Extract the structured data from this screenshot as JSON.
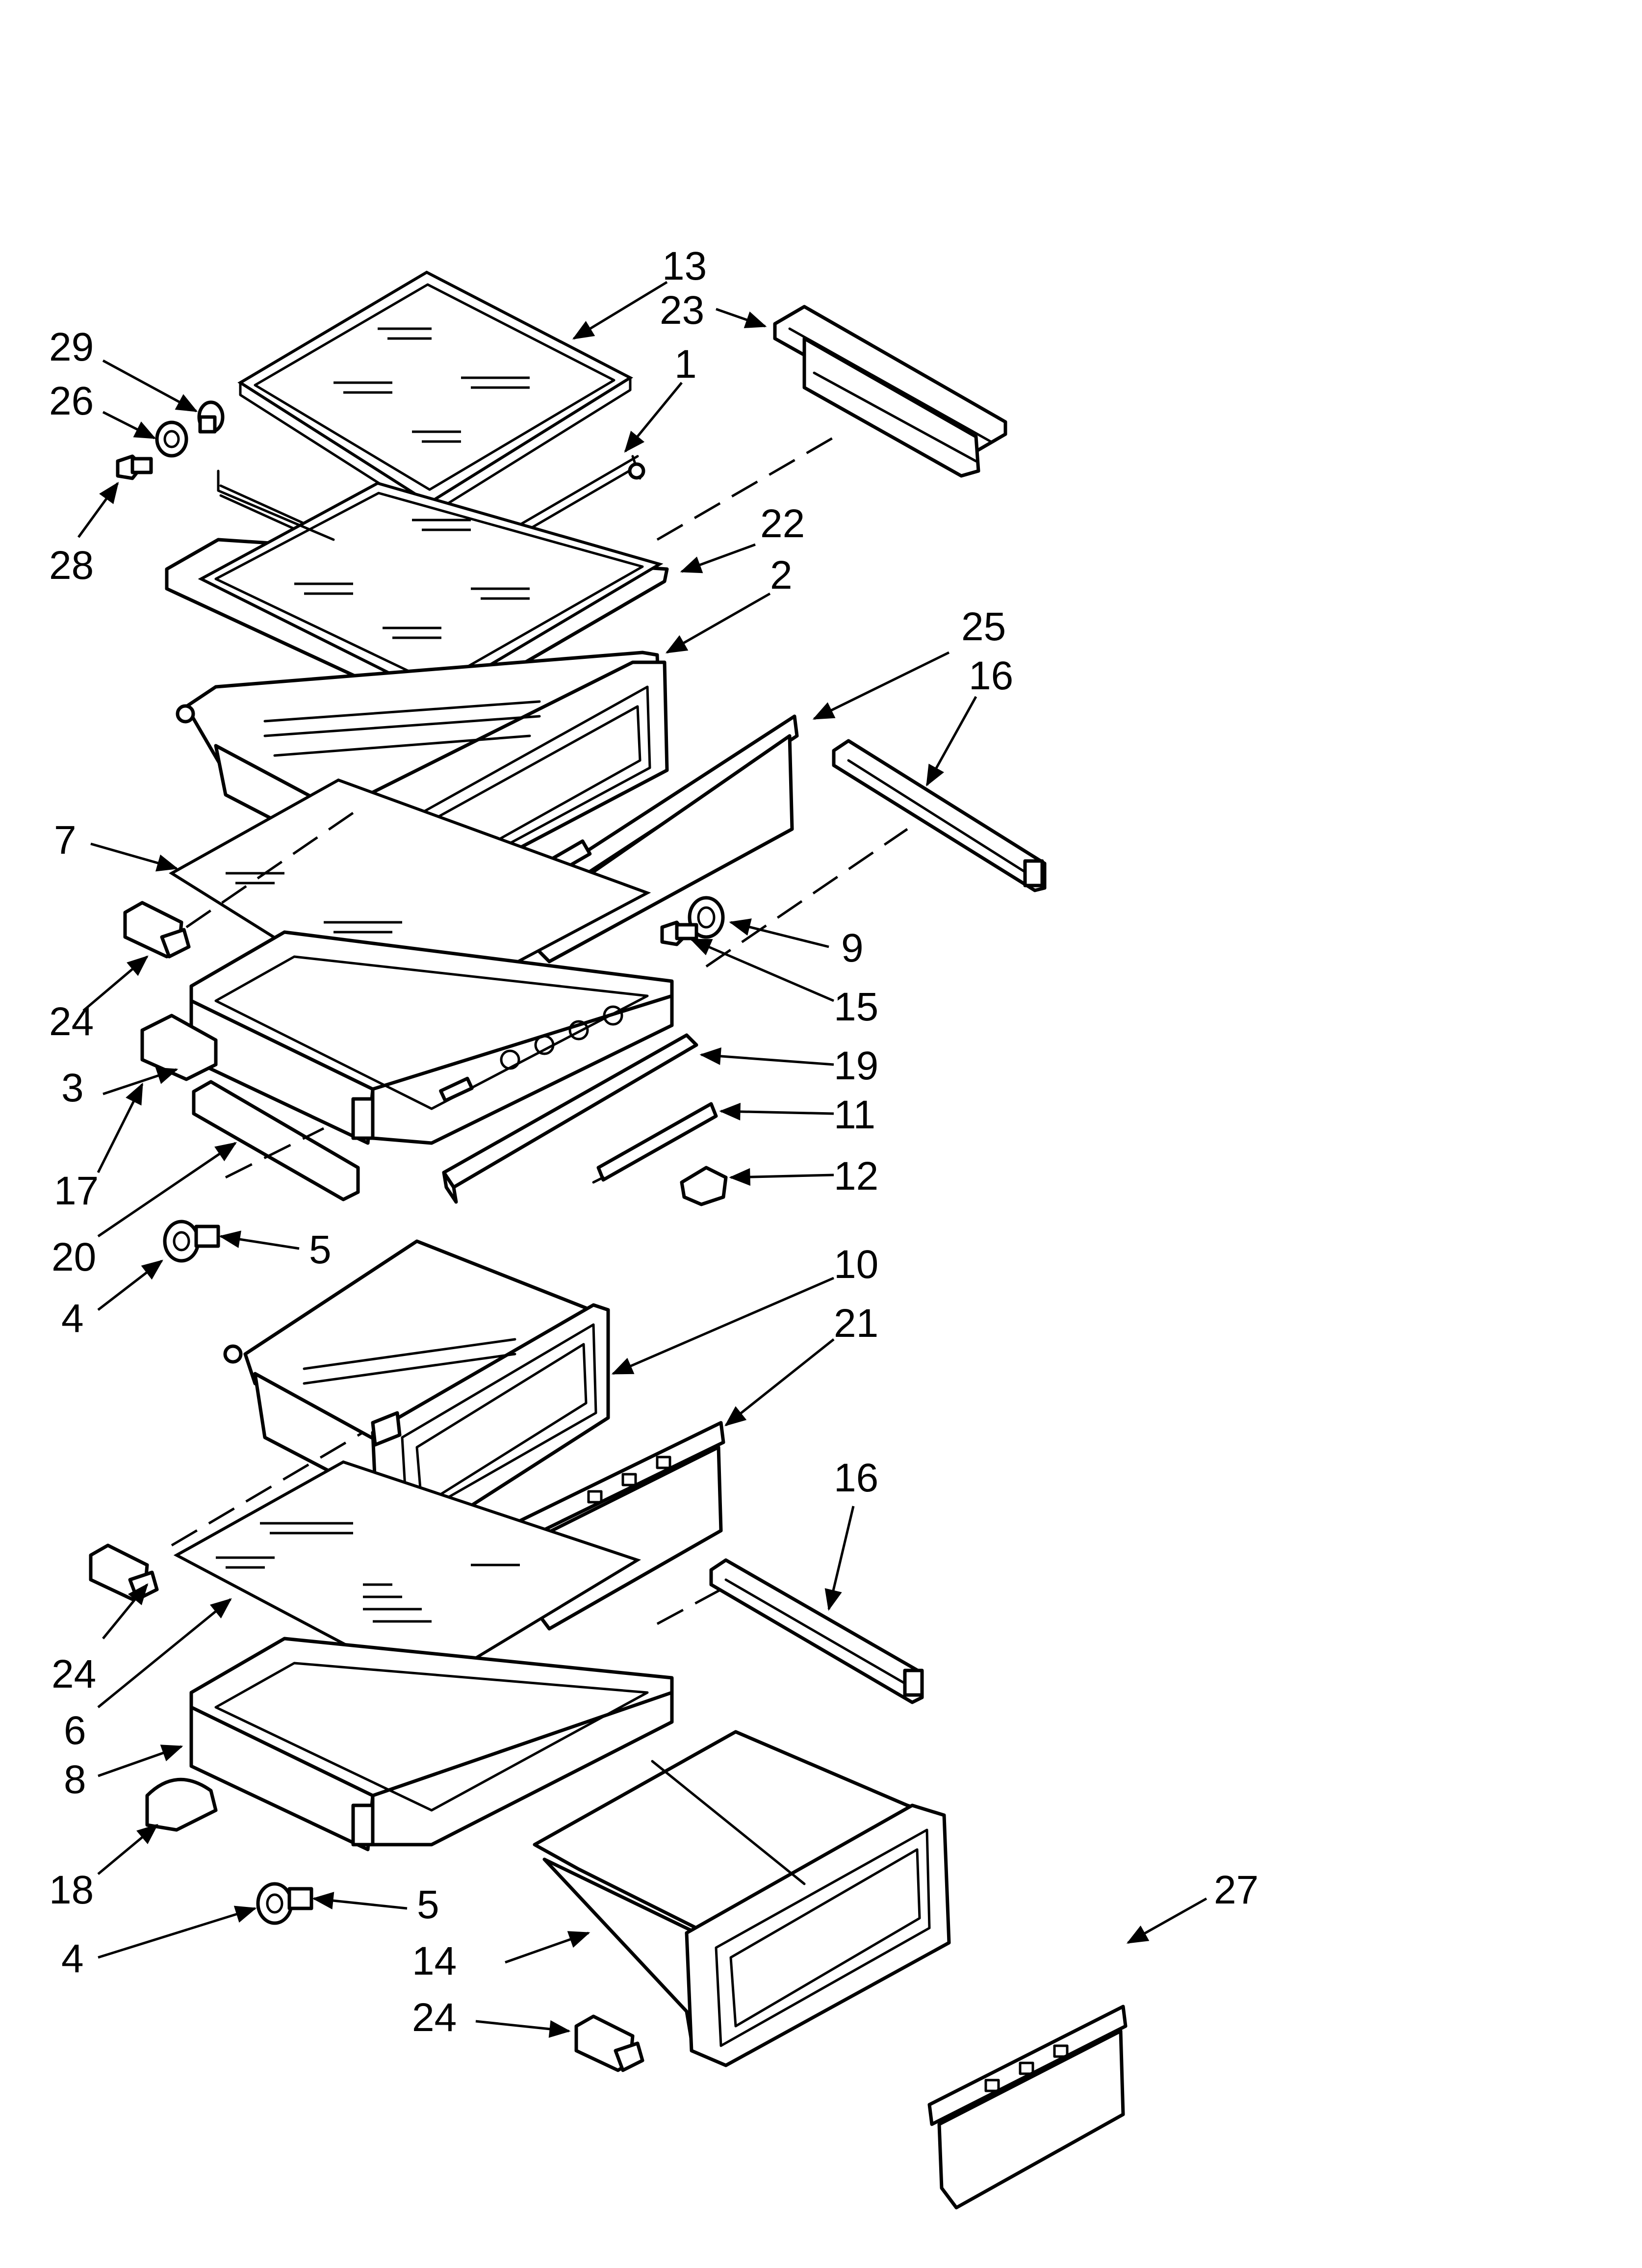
{
  "labels": {
    "l13": "13",
    "l23": "23",
    "l29": "29",
    "l1": "1",
    "l26": "26",
    "l28": "28",
    "l22": "22",
    "l2": "2",
    "l25": "25",
    "l16a": "16",
    "l7": "7",
    "l9": "9",
    "l24a": "24",
    "l15": "15",
    "l3": "3",
    "l19": "19",
    "l11": "11",
    "l17": "17",
    "l12": "12",
    "l20": "20",
    "l5a": "5",
    "l4a": "4",
    "l10": "10",
    "l21": "21",
    "l16b": "16",
    "l24b": "24",
    "l6": "6",
    "l8": "8",
    "l18": "18",
    "l5b": "5",
    "l27": "27",
    "l4b": "4",
    "l14": "14",
    "l24c": "24"
  }
}
